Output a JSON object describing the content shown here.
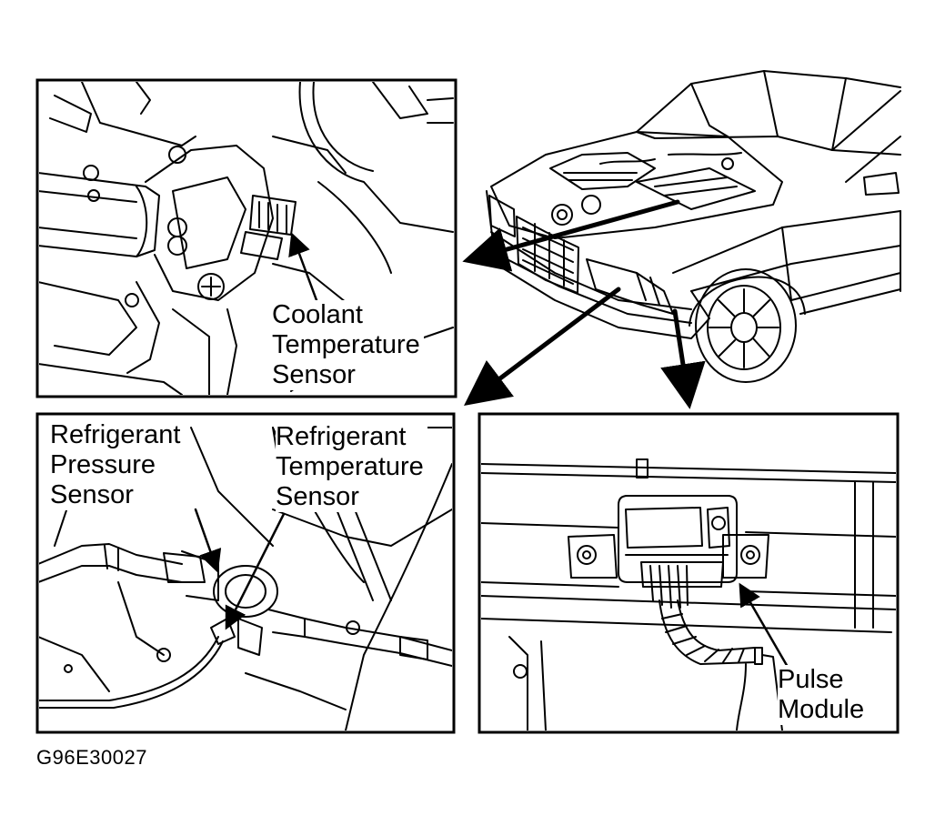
{
  "labels": {
    "coolant": [
      "Coolant",
      "Temperature",
      "Sensor"
    ],
    "ref_pressure": [
      "Refrigerant",
      "Pressure",
      "Sensor"
    ],
    "ref_temperature": [
      "Refrigerant",
      "Temperature",
      "Sensor"
    ],
    "pulse": [
      "Pulse",
      "Module"
    ]
  },
  "figure_code": "G96E30027"
}
